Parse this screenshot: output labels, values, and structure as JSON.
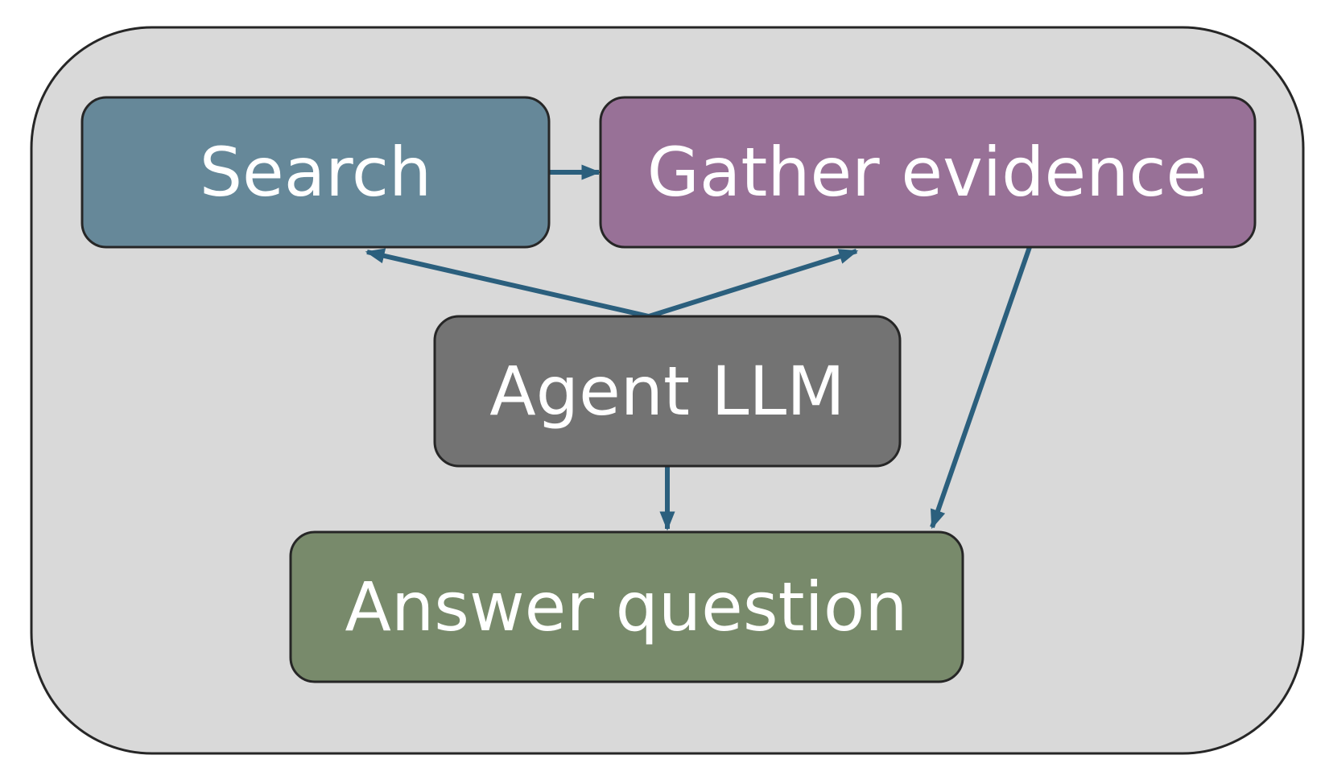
{
  "nodes": {
    "search": {
      "label": "Search",
      "color": "#668899"
    },
    "gather": {
      "label": "Gather evidence",
      "color": "#987197"
    },
    "agent": {
      "label": "Agent LLM",
      "color": "#737373"
    },
    "answer": {
      "label": "Answer question",
      "color": "#788A6B"
    }
  },
  "colors": {
    "container_fill": "#D9D9D9",
    "border": "#262626",
    "arrow": "#2B5F7D",
    "label_text": "#FFFFFF"
  },
  "edges": [
    {
      "from": "search",
      "to": "gather"
    },
    {
      "from": "agent",
      "to": "search"
    },
    {
      "from": "agent",
      "to": "gather"
    },
    {
      "from": "agent",
      "to": "answer"
    },
    {
      "from": "gather",
      "to": "answer"
    }
  ]
}
